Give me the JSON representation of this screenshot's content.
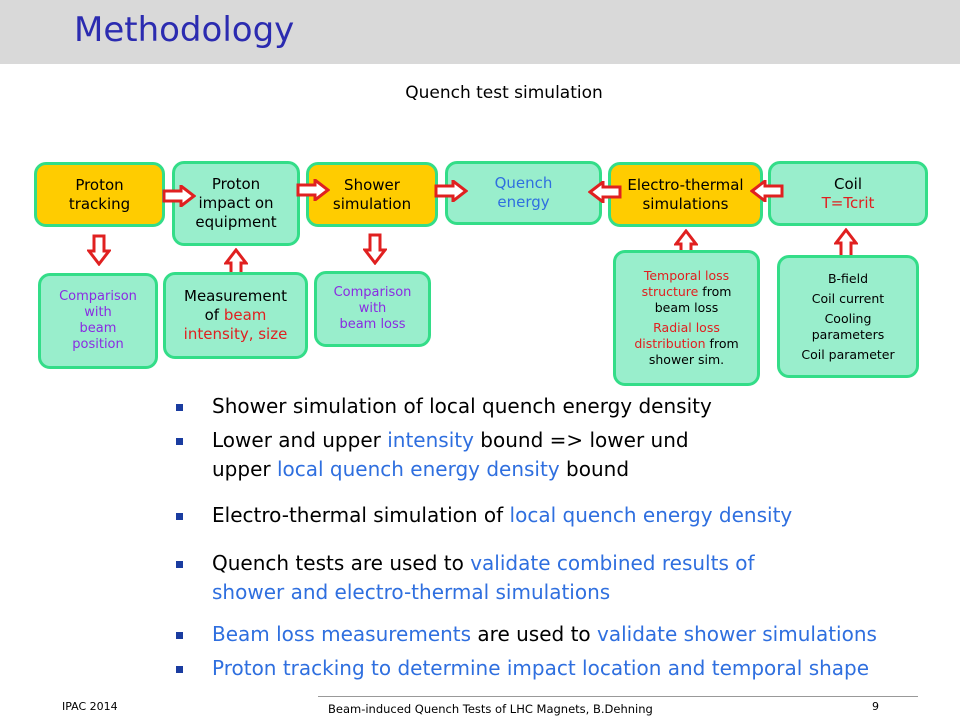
{
  "title": "Methodology",
  "subtitle": "Quench test simulation",
  "flow_boxes": {
    "proton_tracking": [
      "Proton",
      "tracking"
    ],
    "proton_impact": [
      "Proton",
      "impact on",
      "equipment"
    ],
    "shower_simulation": [
      "Shower",
      "simulation"
    ],
    "quench_energy": [
      "Quench",
      "energy"
    ],
    "electro_thermal": [
      "Electro-thermal",
      "simulations"
    ],
    "coil": [
      "Coil",
      "T=Tcrit"
    ]
  },
  "lower_boxes": {
    "comparison_beam_position": [
      "Comparison",
      "with",
      "beam",
      "position"
    ],
    "measurement_beam": {
      "line1": "Measurement",
      "line2_a": "of ",
      "line2_b": "beam",
      "line3": "intensity, size"
    },
    "comparison_beam_loss": [
      "Comparison",
      "with",
      "beam loss"
    ],
    "temporal_loss": {
      "t1": "Temporal loss",
      "t2": "structure",
      "t3": " from",
      "t4": "beam loss",
      "r1": "Radial loss",
      "r2": "distribution",
      "r3": " from",
      "r4": "shower sim."
    },
    "bfield": [
      "B-field",
      "Coil current",
      "Cooling",
      "parameters",
      "Coil parameter"
    ]
  },
  "bullets": {
    "b1": "Shower simulation of local quench energy density",
    "b2_a": "Lower and upper ",
    "b2_b": "intensity",
    "b2_c": " bound => lower und",
    "b2_d": "upper ",
    "b2_e": "local quench energy density",
    "b2_f": " bound",
    "b3_a": "Electro-thermal simulation of ",
    "b3_b": "local quench energy density",
    "b4_a": "Quench tests are used to ",
    "b4_b": "validate combined results of",
    "b4_c": "shower and electro-thermal simulations",
    "b5_a": "Beam loss measurements",
    "b5_b": " are used to ",
    "b5_c": "validate shower simulations",
    "b6": "Proton tracking to determine impact location and temporal shape"
  },
  "footer": {
    "left": "IPAC 2014",
    "center": "Beam-induced Quench Tests of LHC Magnets, B.Dehning",
    "page": "9"
  },
  "colors": {
    "title": "#2b2bb0",
    "box_border": "#33dd88",
    "yellow": "#ffcc00",
    "mint": "#99eecc",
    "red": "#e02020",
    "blue": "#2f6fdf",
    "purple": "#8a2be2"
  },
  "icons": [
    "arrow-right-icon",
    "arrow-left-icon",
    "arrow-down-icon",
    "arrow-up-icon"
  ]
}
